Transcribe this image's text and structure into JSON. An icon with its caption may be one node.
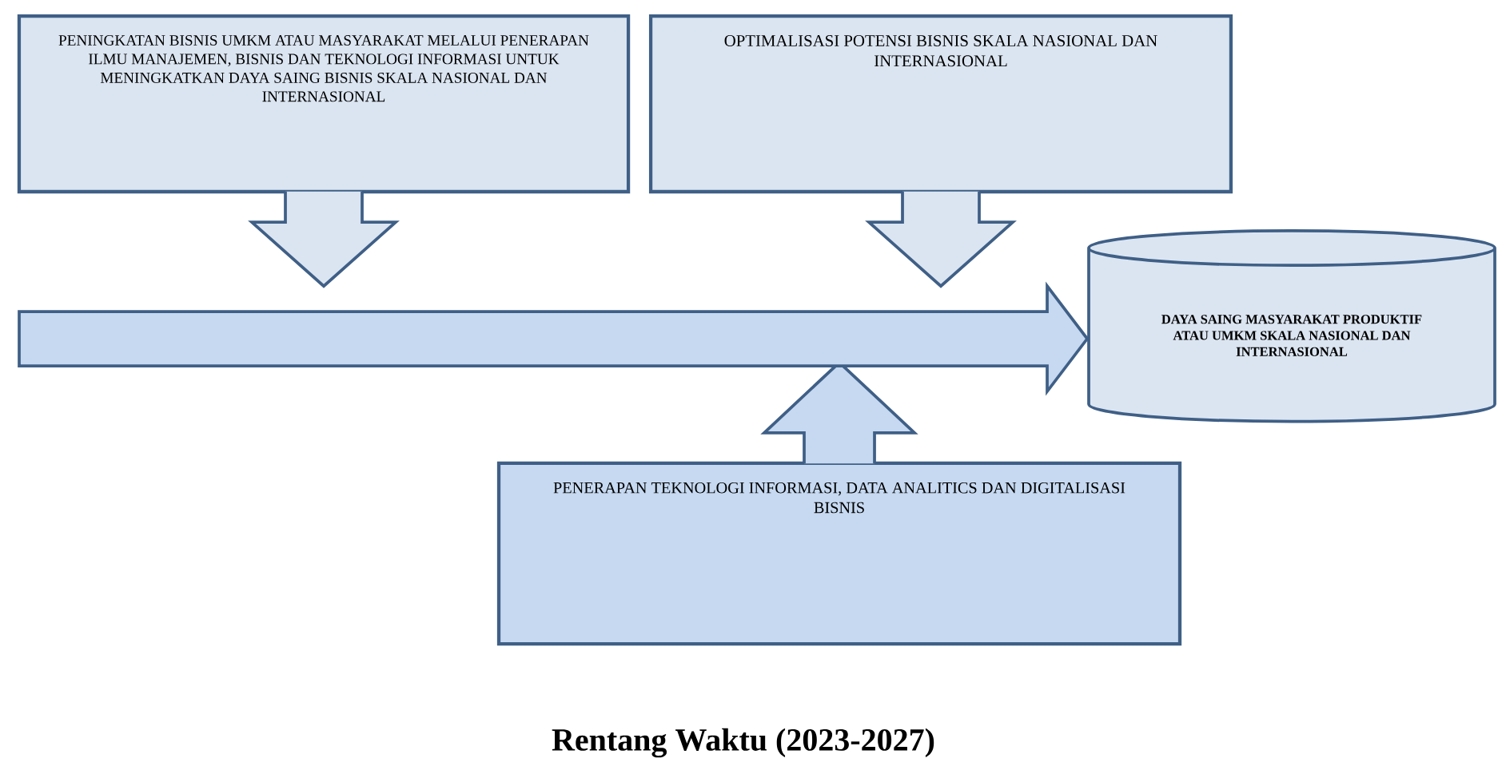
{
  "diagram": {
    "caption": "Rentang Waktu (2023-2027)",
    "nodes": [
      {
        "text": [
          "PENINGKATAN BISNIS UMKM ATAU MASYARAKAT MELALUI PENERAPAN ILMU MANAJEMEN, BISNIS DAN TEKNOLOGI INFORMASI UNTUK MENINGKATKAN DAYA SAING BISNIS SKALA NASIONAL DAN INTERNASIONAL"
        ]
      },
      {
        "text": [
          "OPTIMALISASI POTENSI BISNIS SKALA NASIONAL DAN INTERNASIONAL"
        ]
      },
      {
        "text": [
          "PENERAPAN TEKNOLOGI INFORMASI, DATA ANALITICS DAN DIGITALISASI BISNIS"
        ]
      },
      {
        "text": [
          "DAYA SAING MASYARAKAT PRODUKTIF ATAU UMKM SKALA NASIONAL DAN INTERNASIONAL"
        ]
      }
    ],
    "edges": [
      {
        "from": 0,
        "to": null,
        "arrow": "to"
      },
      {
        "from": 1,
        "to": null,
        "arrow": "to"
      },
      {
        "from": 2,
        "to": null,
        "arrow": "to"
      },
      {
        "from": null,
        "to": 3,
        "arrow": "to"
      }
    ]
  }
}
